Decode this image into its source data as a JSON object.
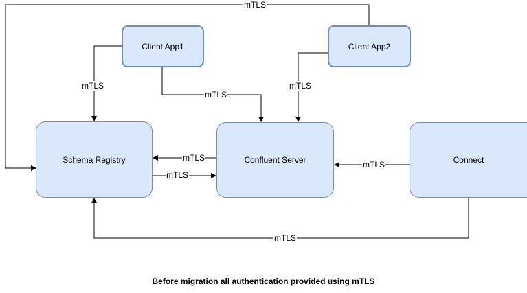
{
  "nodes": {
    "client_app1": "Client App1",
    "client_app2": "Client App2",
    "schema_registry": "Schema Registry",
    "confluent_server": "Confluent Server",
    "connect": "Connect"
  },
  "edges": {
    "app2_to_registry_top": "mTLS",
    "app1_to_registry": "mTLS",
    "app1_to_server": "mTLS",
    "app2_to_server": "mTLS",
    "server_to_registry": "mTLS",
    "registry_to_server": "mTLS",
    "connect_to_server": "mTLS",
    "connect_to_registry": "mTLS"
  },
  "caption": "Before migration all authentication provided using mTLS",
  "colors": {
    "node_fill": "#dae8fc",
    "node_stroke": "#6c8ebf",
    "edge": "#000000"
  }
}
